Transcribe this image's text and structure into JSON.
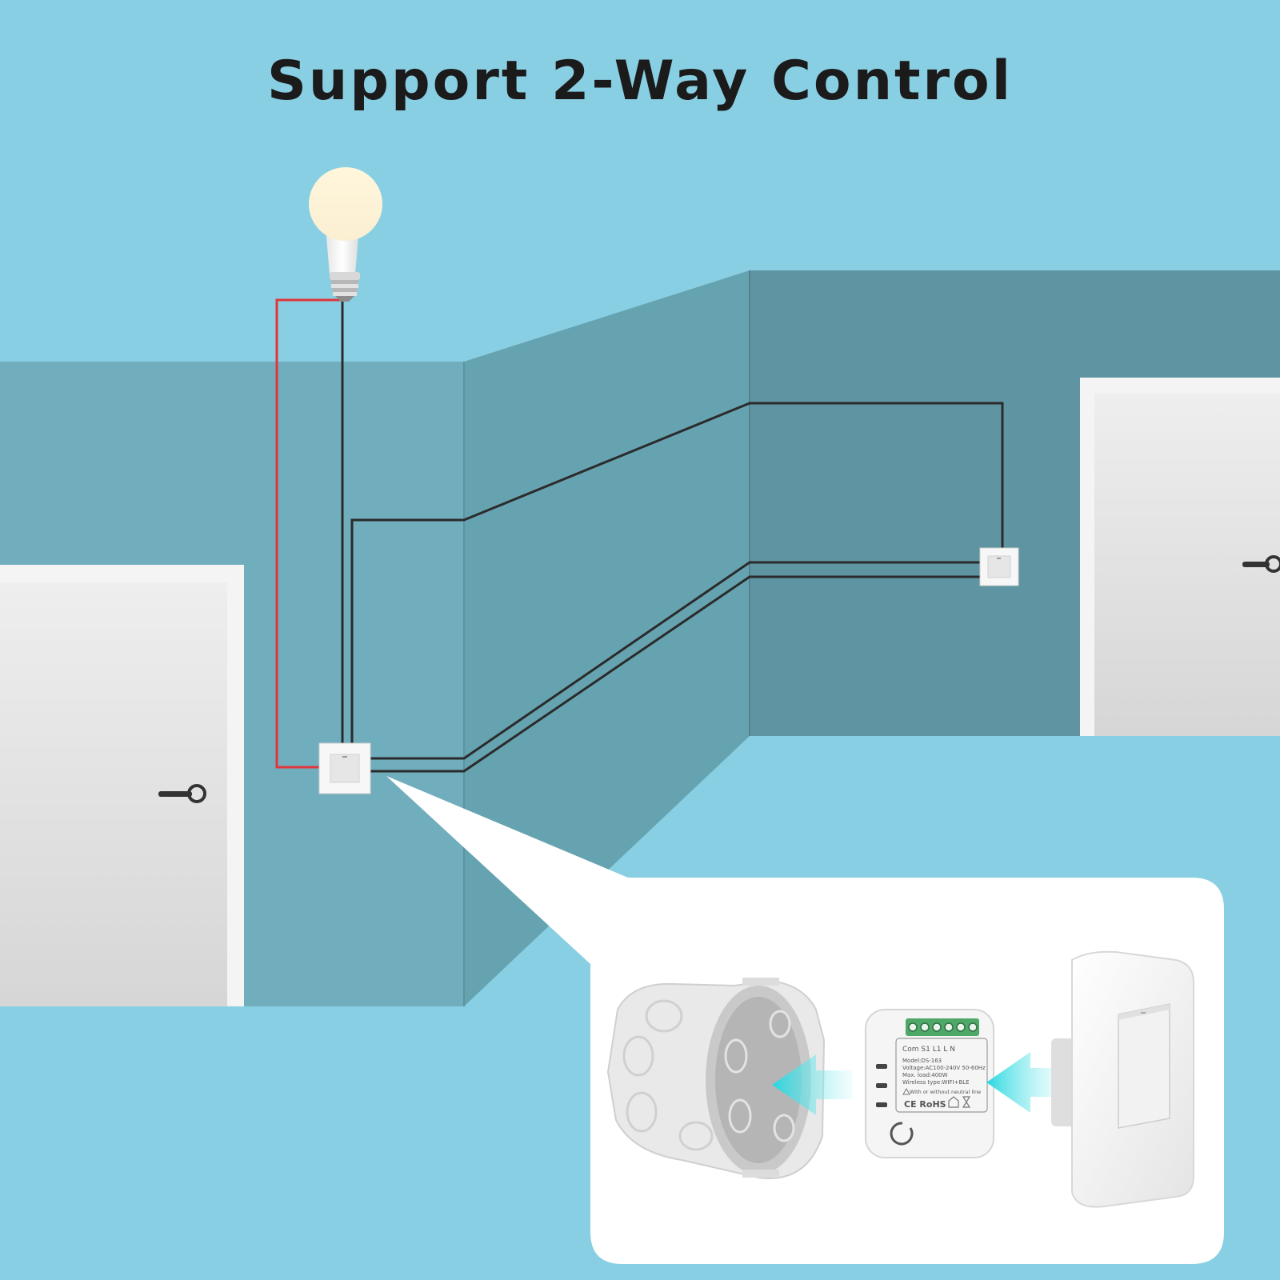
{
  "title": "Support 2-Way Control",
  "colors": {
    "background": "#89cfe3",
    "wall_light": "#70aebd",
    "wall_dark": "#5f95a2",
    "live_wire": "#e0353b",
    "wire": "#2b2b2b",
    "door": "#e2e2e2"
  },
  "module": {
    "terminals": "Com  S1  L1        L   N",
    "model": "Model:DS-163",
    "voltage": "Voltage:AC100-240V  50-60Hz",
    "max_load": "Max. load:400W",
    "wireless": "Wireless type:WIFI+BLE",
    "neutral": "With or without neutral line",
    "marks": "CE RoHS"
  }
}
